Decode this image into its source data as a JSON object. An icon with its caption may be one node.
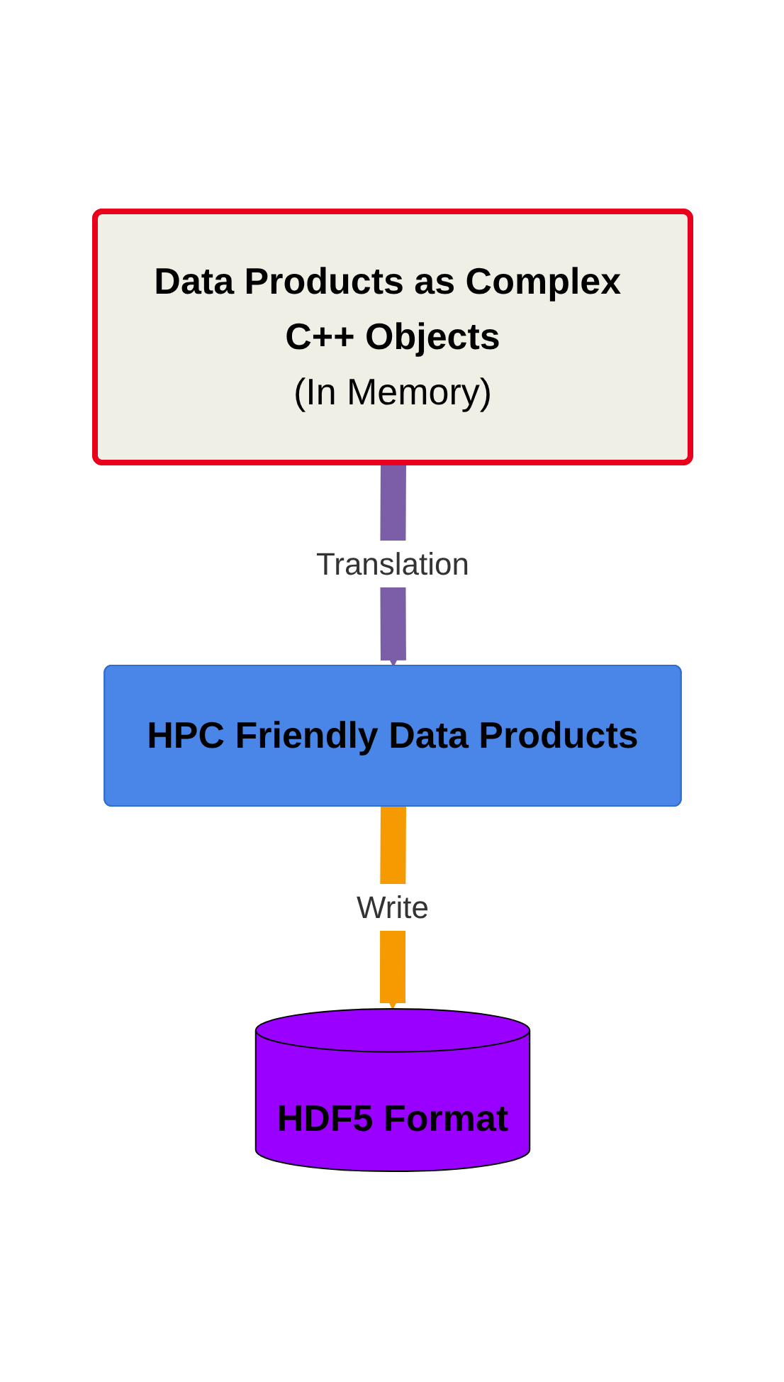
{
  "diagram": {
    "nodes": [
      {
        "text": [
          "Data Products as Complex C++ Objects",
          "(In Memory)"
        ]
      },
      {
        "text": [
          "HPC Friendly Data Products"
        ]
      },
      {
        "text": [
          "HDF5 Format"
        ]
      }
    ],
    "edges": [
      {
        "from": 0,
        "to": 1,
        "arrow": "to",
        "label": "Translation",
        "color": "#7b5ea7"
      },
      {
        "from": 1,
        "to": 2,
        "arrow": "to",
        "label": "Write",
        "color": "#f59a00"
      }
    ]
  }
}
